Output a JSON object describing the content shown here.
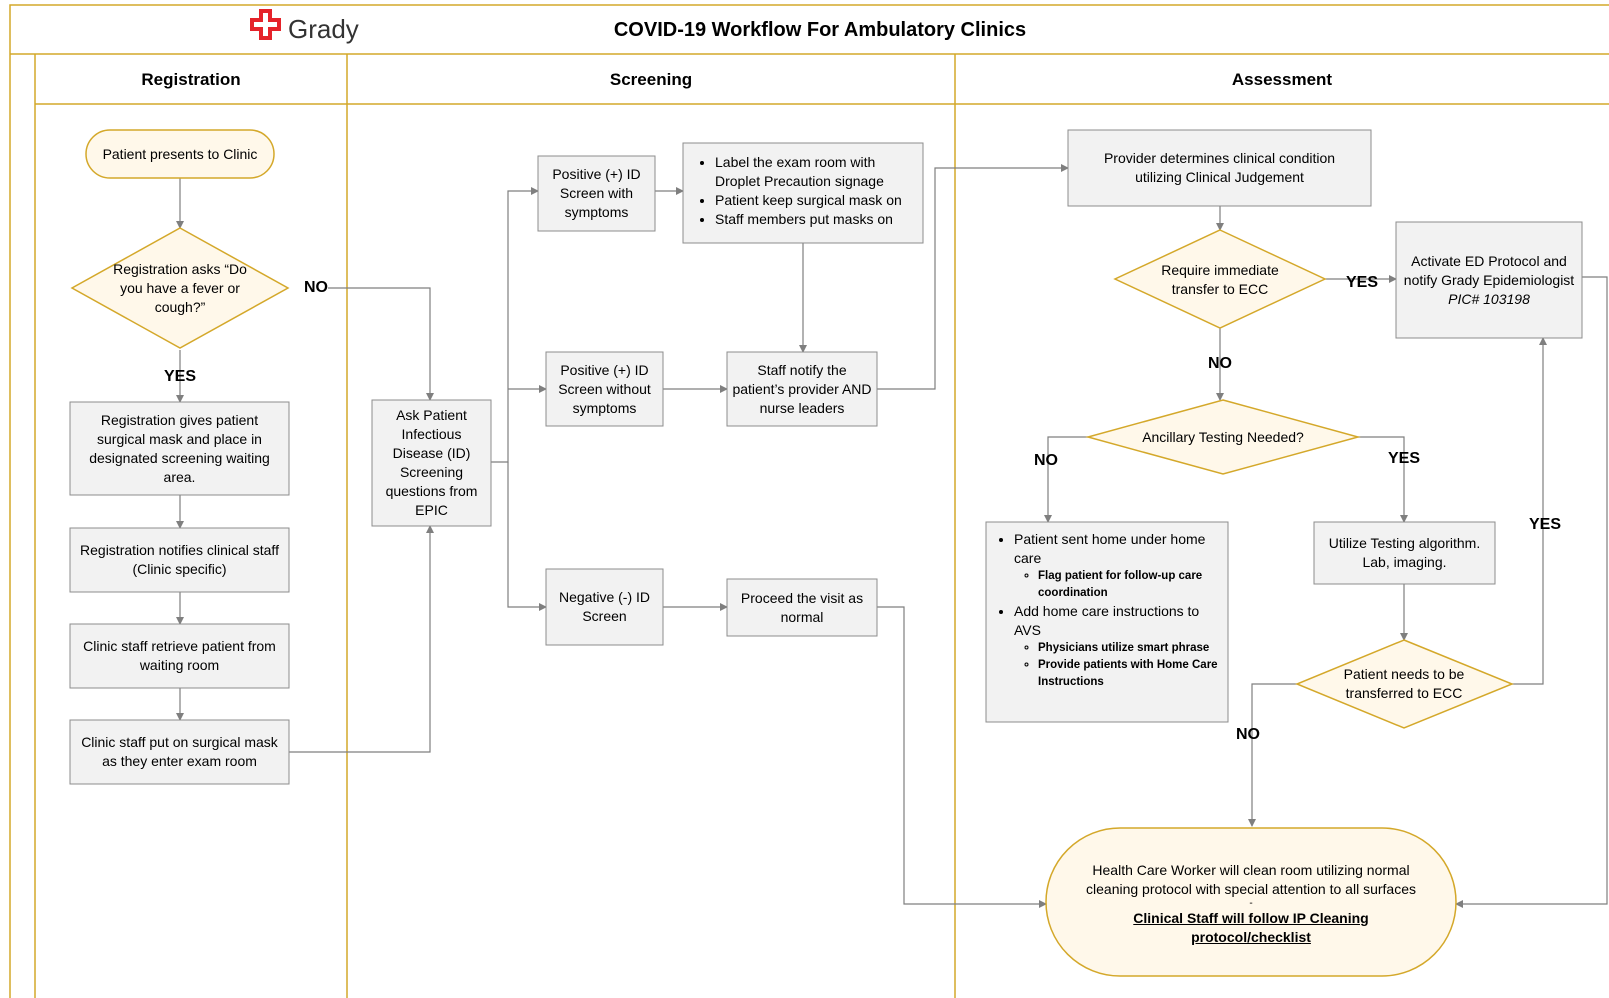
{
  "header": {
    "logo_text": "Grady",
    "title": "COVID-19 Workflow For Ambulatory Clinics"
  },
  "lanes": {
    "registration": "Registration",
    "screening": "Screening",
    "assessment": "Assessment"
  },
  "nodes": {
    "patient_presents": "Patient presents to Clinic",
    "reg_asks": "Registration asks “Do you have a fever or cough?”",
    "reg_gives_mask": "Registration gives patient surgical mask and place in designated screening waiting area.",
    "reg_notifies": [
      "Registration notifies clinical staff",
      "(Clinic specific)"
    ],
    "staff_retrieve": "Clinic staff retrieve patient from waiting room",
    "staff_mask": "Clinic staff put on surgical mask as they enter exam room",
    "ask_patient": "Ask Patient Infectious Disease (ID) Screening questions from EPIC",
    "pos_with": "Positive (+) ID Screen with symptoms",
    "pos_without": "Positive (+) ID Screen without symptoms",
    "negative": "Negative (-) ID Screen",
    "label_room_items": [
      "Label the exam room with Droplet Precaution signage",
      "Patient keep surgical mask on",
      "Staff members put masks on"
    ],
    "staff_notify": "Staff notify the patient’s provider AND nurse leaders",
    "proceed_visit": "Proceed the visit as normal",
    "provider_determines": "Provider determines clinical condition utilizing Clinical Judgement",
    "require_transfer": "Require immediate transfer to ECC",
    "activate_ed": [
      "Activate ED Protocol and notify Grady Epidemiologist",
      "PIC# 103198"
    ],
    "ancillary": "Ancillary Testing Needed?",
    "home_care": {
      "item1": "Patient sent home under home care",
      "item1_sub": [
        "Flag patient for follow-up care coordination"
      ],
      "item2": "Add home care instructions to AVS",
      "item2_sub": [
        "Physicians utilize smart phrase",
        "Provide patients with Home Care Instructions"
      ]
    },
    "utilize_testing": "Utilize Testing algorithm. Lab, imaging.",
    "patient_needs_transfer": "Patient needs to be transferred to ECC",
    "hcw_clean": [
      "Health Care Worker will clean room utilizing normal cleaning protocol with special attention to all surfaces",
      "-",
      "Clinical Staff will follow IP Cleaning protocol/checklist"
    ]
  },
  "edge_labels": {
    "no_fever": "NO",
    "yes_fever": "YES",
    "yes_transfer": "YES",
    "no_transfer": "NO",
    "no_ancillary": "NO",
    "yes_ancillary": "YES",
    "yes_needs_transfer": "YES",
    "no_needs_transfer": "NO"
  },
  "colors": {
    "lane_border": "#d4a82a",
    "terminal_fill": "#fff8ea",
    "process_fill": "#f2f2f2",
    "process_border": "#8c8c8c",
    "connector": "#7f7f7f",
    "logo_red": "#e5232a"
  }
}
